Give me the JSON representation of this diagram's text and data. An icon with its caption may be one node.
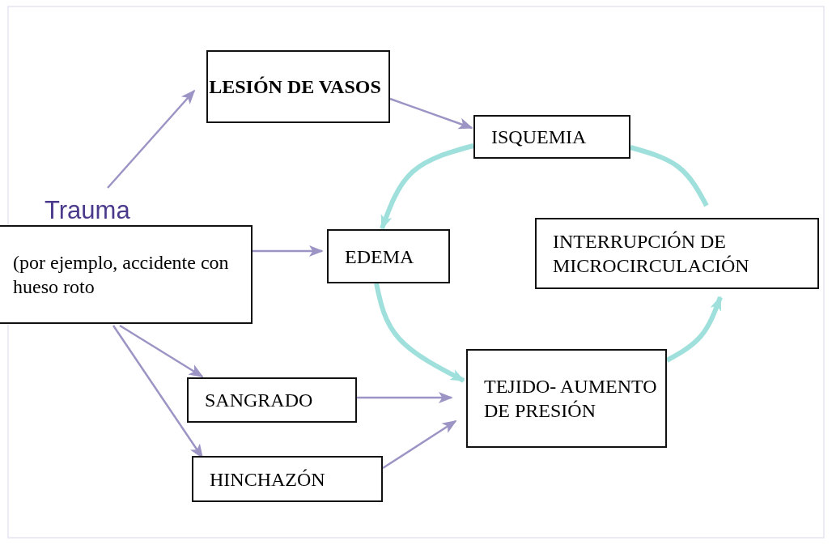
{
  "diagram": {
    "nodes": [
      {
        "text": [
          "Trauma",
          "(por ejemplo, accidente con hueso roto"
        ]
      },
      {
        "text": [
          "LESIÓN DE VASOS"
        ]
      },
      {
        "text": [
          "ISQUEMIA"
        ]
      },
      {
        "text": [
          "EDEMA"
        ]
      },
      {
        "text": [
          "INTERRUPCIÓN DE MICROCIRCULACIÓN"
        ]
      },
      {
        "text": [
          "TEJIDO- AUMENTO DE PRESIÓN"
        ]
      },
      {
        "text": [
          "SANGRADO"
        ]
      },
      {
        "text": [
          "HINCHAZÓN"
        ]
      }
    ],
    "edges": [
      {
        "from": 0,
        "to": 1,
        "arrow": "to"
      },
      {
        "from": 0,
        "to": 3,
        "arrow": "to"
      },
      {
        "from": 0,
        "to": 6,
        "arrow": "to"
      },
      {
        "from": 0,
        "to": 7,
        "arrow": "to"
      },
      {
        "from": 1,
        "to": 2,
        "arrow": "to"
      },
      {
        "from": 6,
        "to": 5,
        "arrow": "to"
      },
      {
        "from": 7,
        "to": 5,
        "arrow": "to"
      },
      {
        "from": 2,
        "to": 3,
        "arrow": "to",
        "style": "thick",
        "color": "#9fe0dc"
      },
      {
        "from": 3,
        "to": 5,
        "arrow": "to",
        "style": "thick",
        "color": "#9fe0dc"
      },
      {
        "from": 5,
        "to": 4,
        "arrow": "to",
        "style": "thick",
        "color": "#9fe0dc"
      },
      {
        "from": 4,
        "to": 2,
        "arrow": "none",
        "style": "thick",
        "color": "#9fe0dc"
      }
    ]
  }
}
